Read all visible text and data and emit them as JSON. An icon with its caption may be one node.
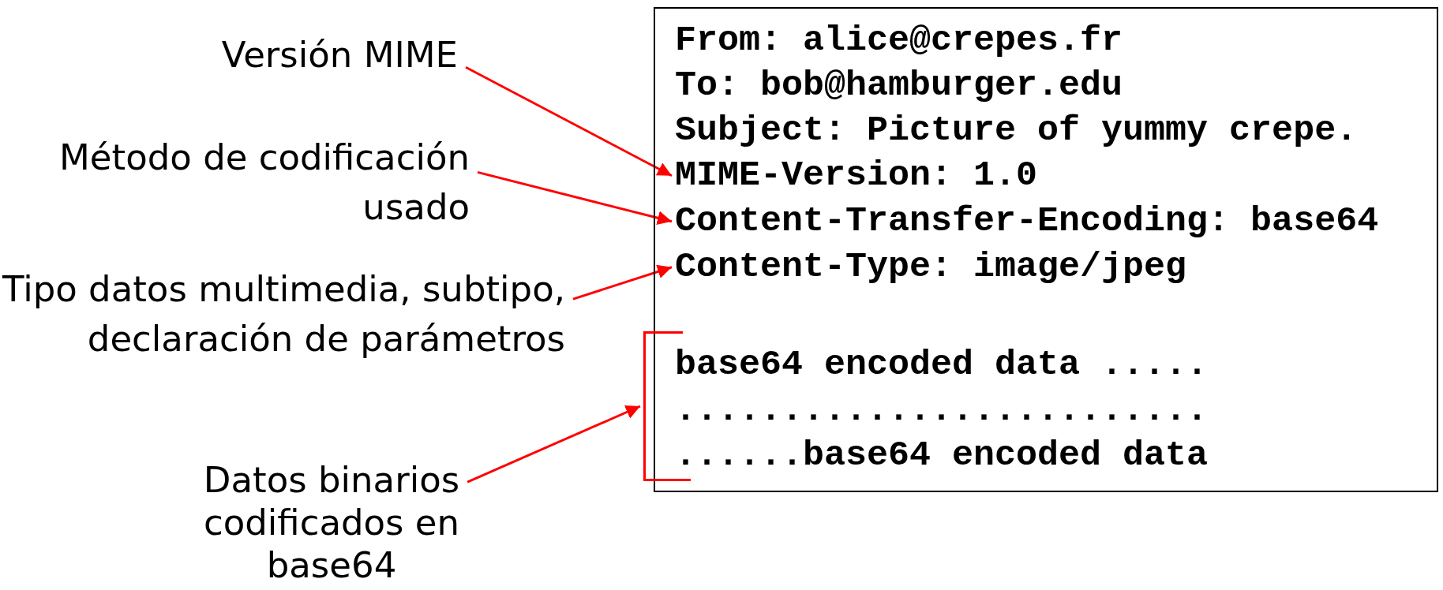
{
  "diagram": {
    "nodes": [
      {
        "text": [
          "Versión MIME"
        ]
      },
      {
        "text": [
          "Método de codificación usado"
        ]
      },
      {
        "text": [
          "Tipo datos multimedia, subtipo, declaración de parámetros"
        ]
      },
      {
        "text": [
          "Datos binarios codificados en base64"
        ]
      },
      {
        "text": [],
        "shape": "box"
      },
      {
        "text": [
          "From: alice@crepes.fr"
        ],
        "in": 4
      },
      {
        "text": [
          "To: bob@hamburger.edu"
        ],
        "in": 4
      },
      {
        "text": [
          "Subject: Picture of yummy crepe."
        ],
        "in": 4
      },
      {
        "text": [
          "MIME-Version: 1.0"
        ],
        "in": 4
      },
      {
        "text": [
          "Content-Transfer-Encoding: base64"
        ],
        "in": 4
      },
      {
        "text": [
          "Content-Type: image/jpeg"
        ],
        "in": 4
      },
      {
        "text": [
          "base64 encoded data .....",
          ".........................",
          "......base64 encoded data"
        ],
        "in": 4
      }
    ],
    "edges": [
      {
        "from": 0,
        "to": 8,
        "arrow": "to"
      },
      {
        "from": 1,
        "to": 9,
        "arrow": "to"
      },
      {
        "from": 2,
        "to": 10,
        "arrow": "to"
      },
      {
        "from": 3,
        "to": 11,
        "arrow": "to"
      }
    ]
  }
}
